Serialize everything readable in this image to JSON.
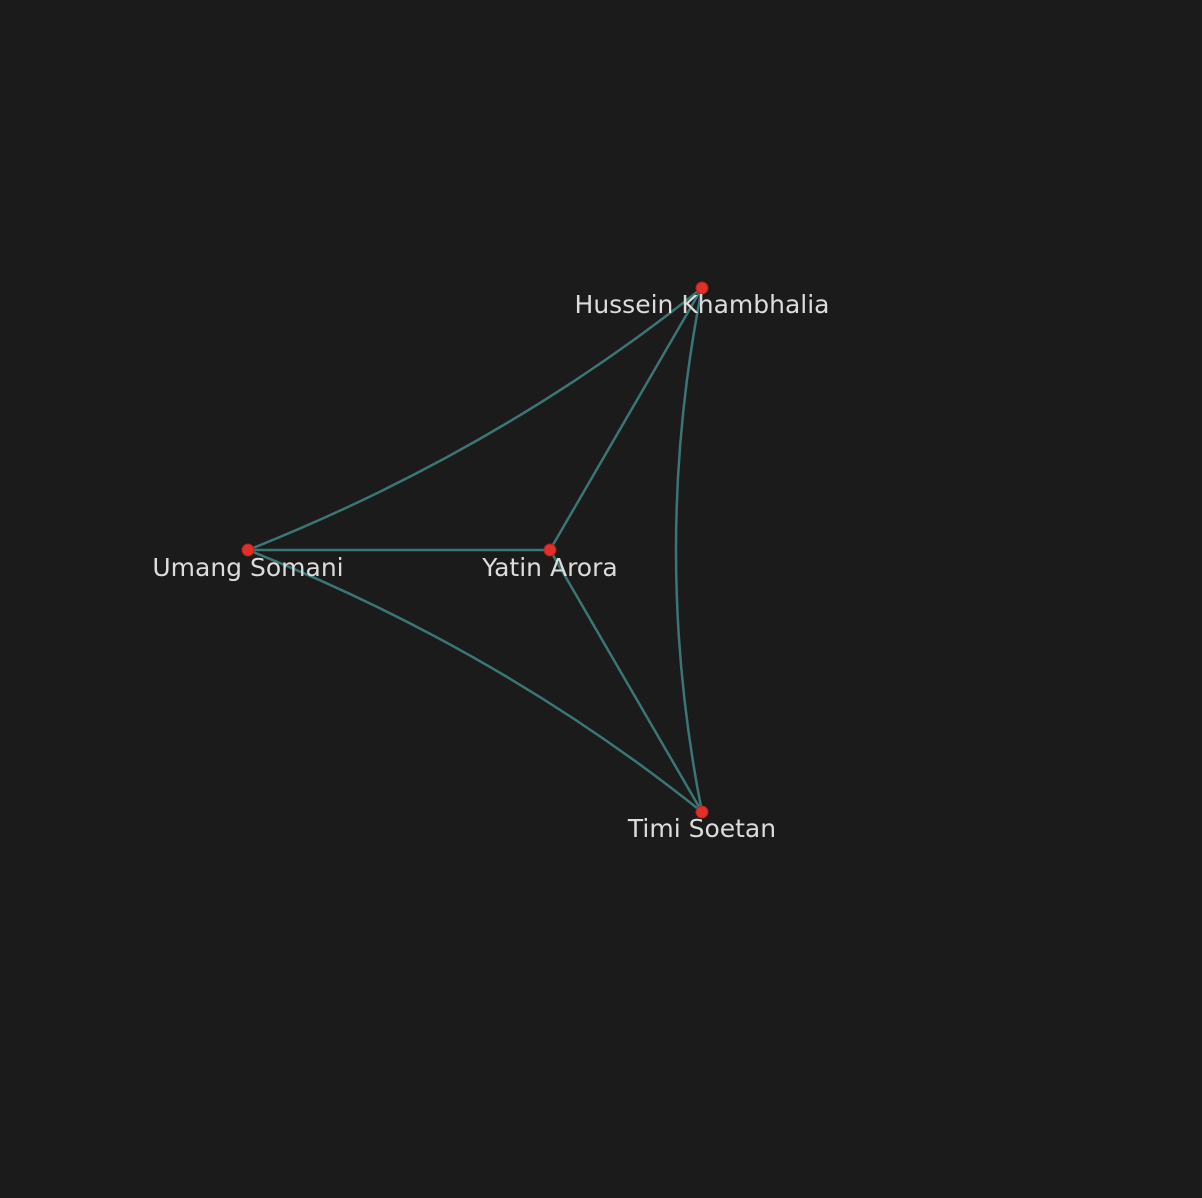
{
  "graph": {
    "nodes": [
      {
        "id": "hussein",
        "label": "Hussein Khambhalia"
      },
      {
        "id": "umang",
        "label": "Umang Somani"
      },
      {
        "id": "yatin",
        "label": "Yatin Arora"
      },
      {
        "id": "timi",
        "label": "Timi Soetan"
      }
    ],
    "edges": [
      {
        "source": "umang",
        "target": "hussein"
      },
      {
        "source": "yatin",
        "target": "hussein"
      },
      {
        "source": "timi",
        "target": "hussein"
      },
      {
        "source": "umang",
        "target": "yatin"
      },
      {
        "source": "umang",
        "target": "timi"
      },
      {
        "source": "yatin",
        "target": "timi"
      }
    ],
    "colors": {
      "background": "#1b1b1b",
      "edge": "#3f7f80",
      "node": "#e0302a",
      "label": "#dcdcdc"
    }
  }
}
